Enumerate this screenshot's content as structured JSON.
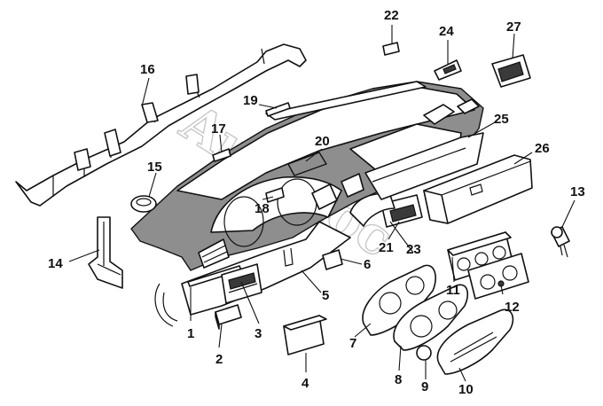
{
  "watermark": "Autodoc",
  "callouts": [
    {
      "label": "1"
    },
    {
      "label": "2"
    },
    {
      "label": "3"
    },
    {
      "label": "4"
    },
    {
      "label": "5"
    },
    {
      "label": "6"
    },
    {
      "label": "7"
    },
    {
      "label": "8"
    },
    {
      "label": "9"
    },
    {
      "label": "10"
    },
    {
      "label": "11"
    },
    {
      "label": "12"
    },
    {
      "label": "13"
    },
    {
      "label": "14"
    },
    {
      "label": "15"
    },
    {
      "label": "16"
    },
    {
      "label": "17"
    },
    {
      "label": "18"
    },
    {
      "label": "19"
    },
    {
      "label": "20"
    },
    {
      "label": "21"
    },
    {
      "label": "22"
    },
    {
      "label": "23"
    },
    {
      "label": "24"
    },
    {
      "label": "25"
    },
    {
      "label": "26"
    },
    {
      "label": "27"
    }
  ]
}
